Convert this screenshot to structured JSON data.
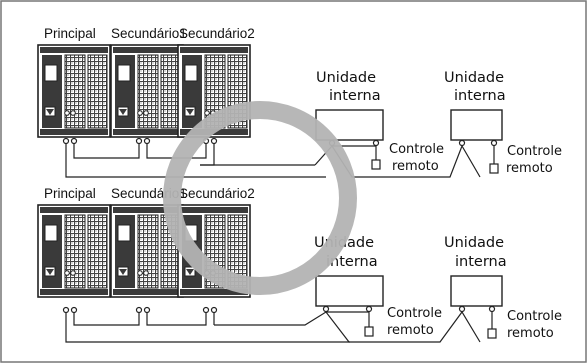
{
  "diagram": {
    "top": {
      "outdoor_labels": [
        "Principal",
        "Secundário1",
        "Secundário2"
      ],
      "indoor_units": [
        {
          "label_line1": "Unidade",
          "label_line2": "interna",
          "remote_line1": "Controle",
          "remote_line2": "remoto"
        },
        {
          "label_line1": "Unidade",
          "label_line2": "interna",
          "remote_line1": "Controle",
          "remote_line2": "remoto"
        }
      ]
    },
    "bottom": {
      "outdoor_labels": [
        "Principal",
        "Secundário1",
        "Secundário2"
      ],
      "indoor_units": [
        {
          "label_line1": "Unidade",
          "label_line2": "interna",
          "remote_line1": "Controle",
          "remote_line2": "remoto"
        },
        {
          "label_line1": "Unidade",
          "label_line2": "interna",
          "remote_line1": "Controle",
          "remote_line2": "remoto"
        }
      ]
    },
    "colors": {
      "border": "#777777",
      "line": "#222222",
      "circle": "#b3b3b3",
      "unit_dark": "#3a3a3a"
    }
  }
}
